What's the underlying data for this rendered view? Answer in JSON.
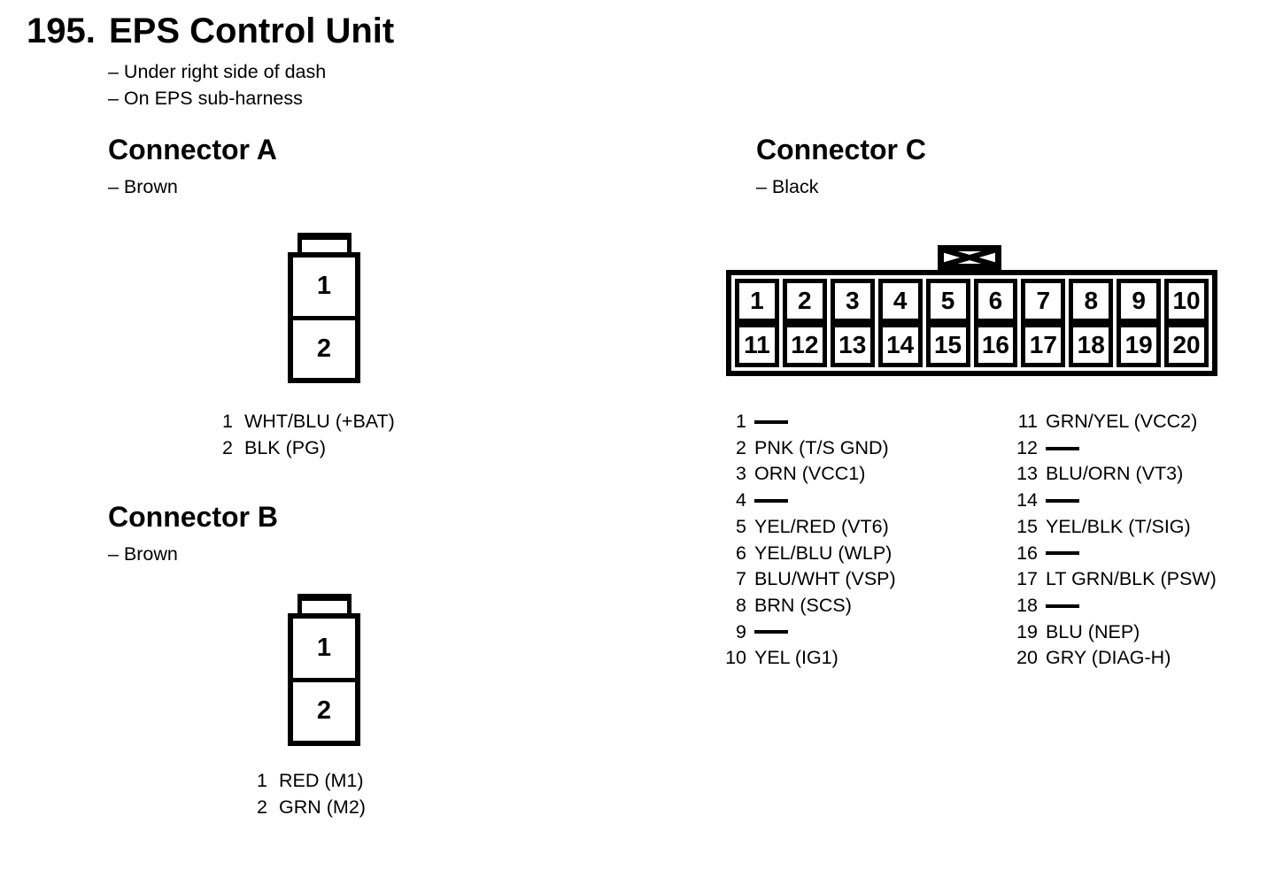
{
  "page": {
    "number": "195.",
    "title": "EPS Control Unit",
    "notes": [
      "– Under right side of dash",
      "– On EPS sub-harness"
    ]
  },
  "connector_a": {
    "title": "Connector A",
    "color_note": "– Brown",
    "cells": [
      "1",
      "2"
    ],
    "pins": [
      {
        "num": "1",
        "label": "WHT/BLU (+BAT)"
      },
      {
        "num": "2",
        "label": "BLK (PG)"
      }
    ]
  },
  "connector_b": {
    "title": "Connector B",
    "color_note": "– Brown",
    "cells": [
      "1",
      "2"
    ],
    "pins": [
      {
        "num": "1",
        "label": "RED (M1)"
      },
      {
        "num": "2",
        "label": "GRN (M2)"
      }
    ]
  },
  "connector_c": {
    "title": "Connector C",
    "color_note": "– Black",
    "cells_row1": [
      "1",
      "2",
      "3",
      "4",
      "5",
      "6",
      "7",
      "8",
      "9",
      "10"
    ],
    "cells_row2": [
      "11",
      "12",
      "13",
      "14",
      "15",
      "16",
      "17",
      "18",
      "19",
      "20"
    ],
    "pins_left": [
      {
        "num": "1",
        "label": ""
      },
      {
        "num": "2",
        "label": "PNK (T/S GND)"
      },
      {
        "num": "3",
        "label": "ORN (VCC1)"
      },
      {
        "num": "4",
        "label": ""
      },
      {
        "num": "5",
        "label": "YEL/RED (VT6)"
      },
      {
        "num": "6",
        "label": "YEL/BLU (WLP)"
      },
      {
        "num": "7",
        "label": "BLU/WHT (VSP)"
      },
      {
        "num": "8",
        "label": "BRN (SCS)"
      },
      {
        "num": "9",
        "label": ""
      },
      {
        "num": "10",
        "label": "YEL (IG1)"
      }
    ],
    "pins_right": [
      {
        "num": "11",
        "label": "GRN/YEL (VCC2)"
      },
      {
        "num": "12",
        "label": ""
      },
      {
        "num": "13",
        "label": "BLU/ORN (VT3)"
      },
      {
        "num": "14",
        "label": ""
      },
      {
        "num": "15",
        "label": "YEL/BLK (T/SIG)"
      },
      {
        "num": "16",
        "label": ""
      },
      {
        "num": "17",
        "label": "LT GRN/BLK (PSW)"
      },
      {
        "num": "18",
        "label": ""
      },
      {
        "num": "19",
        "label": "BLU (NEP)"
      },
      {
        "num": "20",
        "label": "GRY (DIAG-H)"
      }
    ]
  },
  "colors": {
    "ink": "#000000",
    "paper": "#ffffff"
  }
}
